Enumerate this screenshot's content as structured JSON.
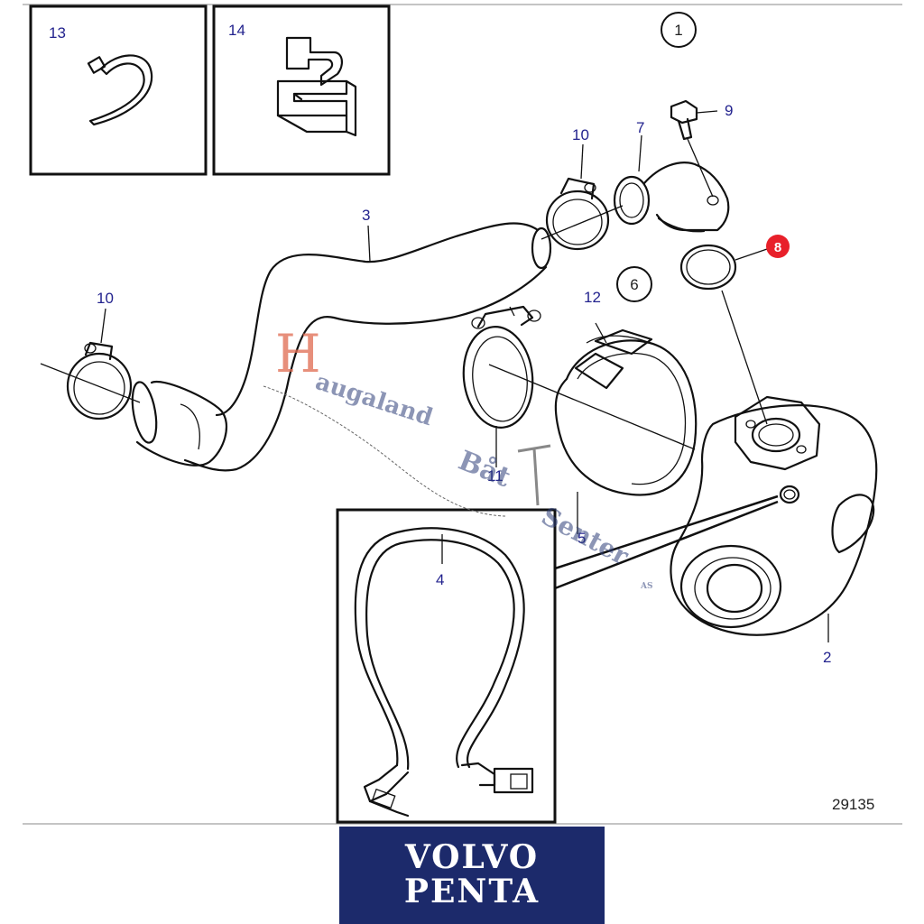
{
  "callouts": {
    "c1": "1",
    "c2": "2",
    "c3": "3",
    "c4": "4",
    "c5": "5",
    "c6": "6",
    "c7": "7",
    "c8": "8",
    "c9": "9",
    "c10a": "10",
    "c10b": "10",
    "c11": "11",
    "c12": "12",
    "c13": "13",
    "c14": "14"
  },
  "figure_number": "29135",
  "watermark": {
    "initial": "H",
    "word1": "augaland",
    "word2": "Båt",
    "word3": "Senter",
    "suffix": "AS"
  },
  "logo": {
    "line1": "VOLVO",
    "line2": "PENTA",
    "background": "#1c2a6b"
  },
  "colors": {
    "callout_text": "#23238e",
    "highlight": "#e8202a"
  }
}
